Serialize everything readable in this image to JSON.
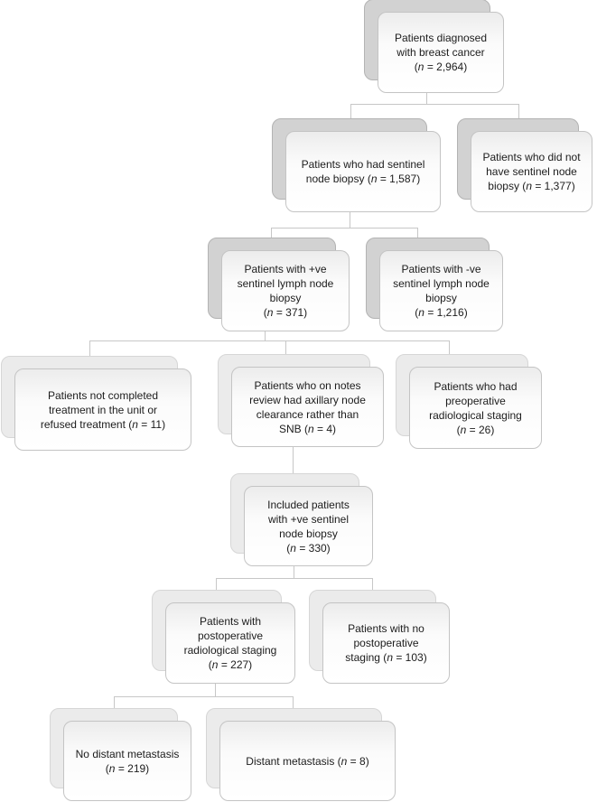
{
  "colors": {
    "background": "#ffffff",
    "connector": "#c7c7c7",
    "shadow_dark_fill": "#d2d2d2",
    "shadow_dark_border": "#b3b3b3",
    "shadow_light_fill": "#ebebeb",
    "shadow_light_border": "#d6d6d6",
    "box_border": "#c4c4c4",
    "text": "#1c1c1c"
  },
  "nodes": {
    "diagnosed": {
      "label": "Patients diagnosed\nwith breast cancer\n(n = 2,964)"
    },
    "had_snb": {
      "label": "Patients who had sentinel\nnode biopsy (n = 1,587)"
    },
    "no_snb": {
      "label": "Patients who did not\nhave sentinel node\nbiopsy (n = 1,377)"
    },
    "pos_snb": {
      "label": "Patients with +ve\nsentinel lymph node\nbiopsy\n(n = 371)"
    },
    "neg_snb": {
      "label": "Patients with -ve\nsentinel lymph node\nbiopsy\n(n = 1,216)"
    },
    "not_completed": {
      "label": "Patients not completed\ntreatment in the unit or\nrefused treatment (n = 11)"
    },
    "axillary_clearance": {
      "label": "Patients who on notes\nreview had axillary node\nclearance rather than\nSNB (n = 4)"
    },
    "preop_staging": {
      "label": "Patients who had\npreoperative\nradiological staging\n(n = 26)"
    },
    "included": {
      "label": "Included patients\nwith +ve sentinel\nnode biopsy\n(n = 330)"
    },
    "postop_staging": {
      "label": "Patients with\npostoperative\nradiological staging\n(n = 227)"
    },
    "no_postop_staging": {
      "label": "Patients with no\npostoperative\nstaging (n = 103)"
    },
    "no_distant_mets": {
      "label": "No distant metastasis\n(n = 219)"
    },
    "distant_mets": {
      "label": "Distant metastasis (n = 8)"
    }
  }
}
